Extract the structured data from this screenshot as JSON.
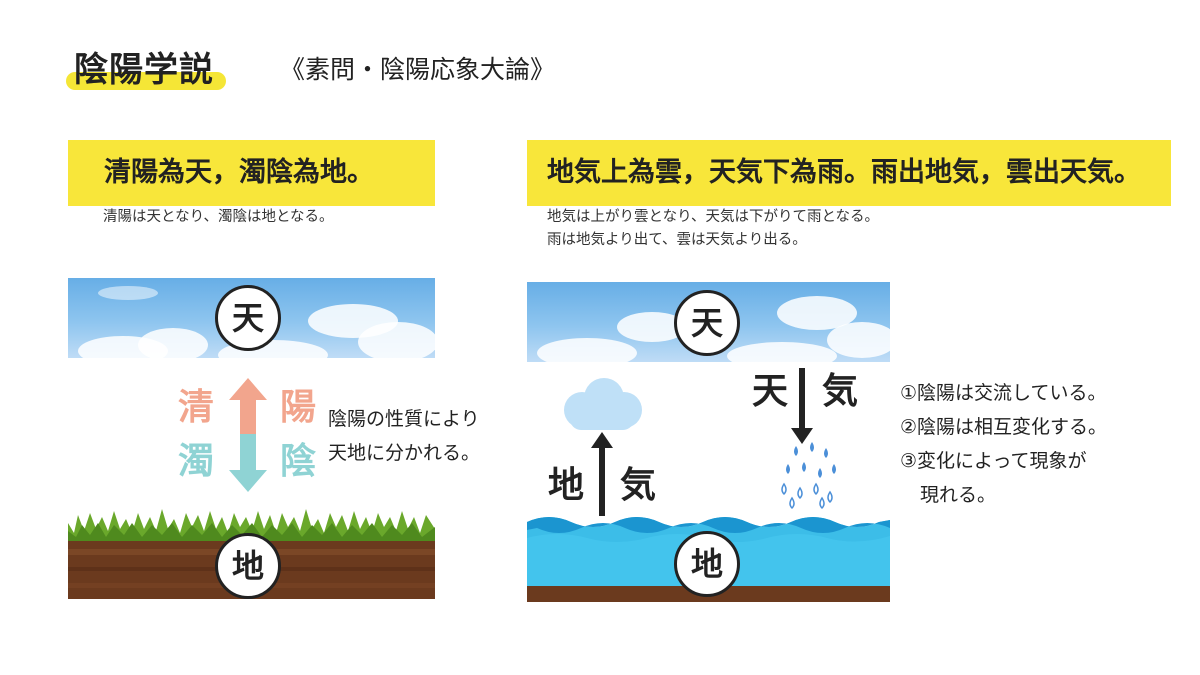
{
  "header": {
    "title": "陰陽学説",
    "source": "《素問・陰陽応象大論》"
  },
  "left_panel": {
    "quote": "清陽為天，濁陰為地。",
    "translation": "清陽は天となり、濁陰は地となる。",
    "heaven_label": "天",
    "earth_label": "地",
    "qing": "清",
    "yang": "陽",
    "zhuo": "濁",
    "yin": "陰",
    "note_line1": "陰陽の性質により",
    "note_line2": "天地に分かれる。"
  },
  "right_panel": {
    "quote": "地気上為雲，天気下為雨。雨出地気，雲出天気。",
    "translation_line1": "地気は上がり雲となり、天気は下がりて雨となる。",
    "translation_line2": "雨は地気より出て、雲は天気より出る。",
    "heaven_label": "天",
    "earth_label": "地",
    "tian": "天",
    "qi_top": "気",
    "di": "地",
    "qi_bottom": "気",
    "points": [
      "①陰陽は交流している。",
      "②陰陽は相互変化する。",
      "③変化によって現象が",
      "現れる。"
    ]
  },
  "colors": {
    "banner": "#f8e63a",
    "yang_pink": "#f2a58d",
    "yin_teal": "#8fd3d4",
    "sky": "#7fbdec",
    "water": "#3cbde8",
    "soil": "#6b3a1e",
    "grass": "#6aa82b",
    "rain": "#4b8fd8"
  }
}
